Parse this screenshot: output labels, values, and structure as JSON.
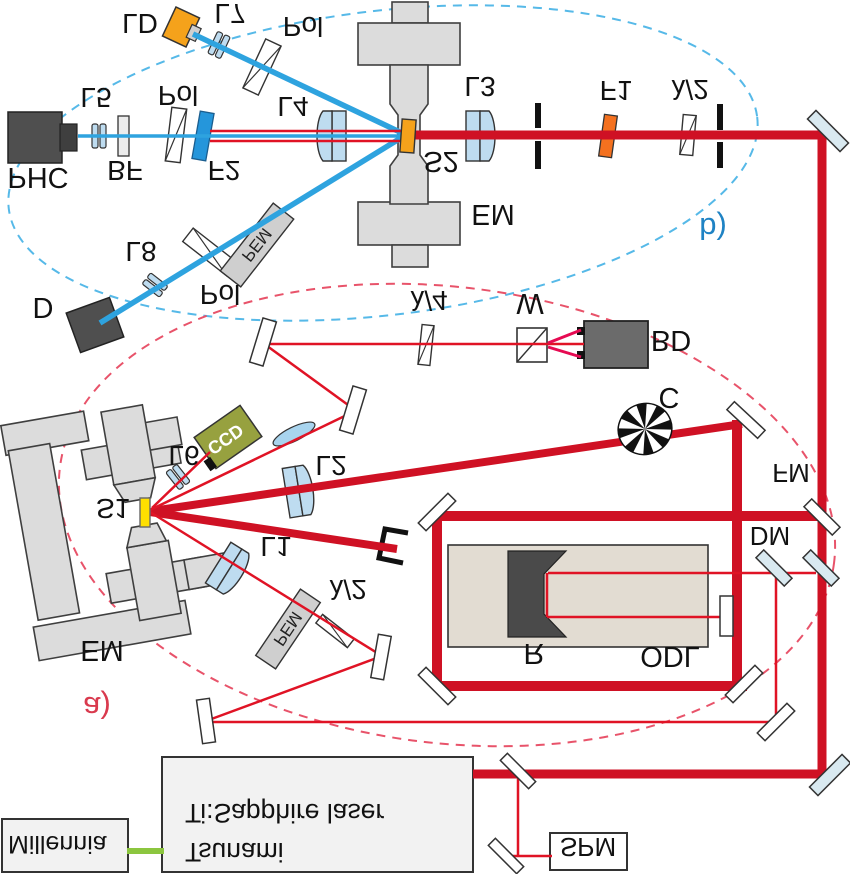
{
  "figure": {
    "type": "optical-setup-diagram",
    "orientation": "vertically-flipped",
    "panels": {
      "a": {
        "tag": "a)",
        "description_items": [
          "EM",
          "S1",
          "L1",
          "L2",
          "L6",
          "CCD",
          "PEM",
          "Pol",
          "BD",
          "W",
          "C",
          "FM",
          "DM",
          "R",
          "ODL",
          "SPM"
        ]
      },
      "b": {
        "tag": "b)",
        "description_items": [
          "LD",
          "L7",
          "Pol",
          "PHC",
          "BF",
          "L5",
          "F2",
          "L4",
          "S2",
          "EM",
          "L3",
          "F1",
          "PEM",
          "L8",
          "D"
        ]
      }
    }
  },
  "labels": {
    "ld": "LD",
    "l7": "L7",
    "pol_ld": "Pol",
    "pol_phc": "Pol",
    "pol_d": "Pol",
    "l5": "L5",
    "bf": "BF",
    "phc": "PHC",
    "f2": "F2",
    "l4": "L4",
    "l8": "L8",
    "d": "D",
    "pem_b": "PEM",
    "s2": "S2",
    "em_b": "EM",
    "l3": "L3",
    "f1": "F1",
    "hwp_b": "λ/2",
    "panel_b": "b)",
    "qwp": "λ/4",
    "w": "W",
    "bd": "BD",
    "c": "C",
    "fm": "FM",
    "dm": "DM",
    "ccd": "CCD",
    "l6": "L6",
    "s1": "S1",
    "em_a": "EM",
    "l2": "L2",
    "l1": "L1",
    "hwp_a": "λ/2",
    "pem_a": "PEM",
    "panel_a": "a)",
    "r": "R",
    "odl": "ODL",
    "spm": "SPM",
    "millennia": "Millennia",
    "tsunami_line1": "Tsunami",
    "tsunami_line2": "Ti:Sapphire laser"
  },
  "colors": {
    "beam_red": "#cf1124",
    "beam_red_thin": "#e01325",
    "beam_crimson": "#e60a52",
    "beam_blue": "#2ea3df",
    "connector_green": "#8cc63f",
    "dashed_blue": "#56b9e8",
    "dashed_red": "#e8536a",
    "structure_gray": "#dcdcdc",
    "lens_blue": "#bedcf0",
    "mirror_blue": "#d9e9f0",
    "dark_box": "#4f4f4f",
    "bd_box": "#6b6b6b",
    "sample_s1": "#ffdf00",
    "sample_s2": "#f5a21b",
    "filter_f1": "#f4711f",
    "filter_f2": "#2596db",
    "ccd_olive": "#97a13f",
    "stage_beige": "#e2dcd2"
  }
}
